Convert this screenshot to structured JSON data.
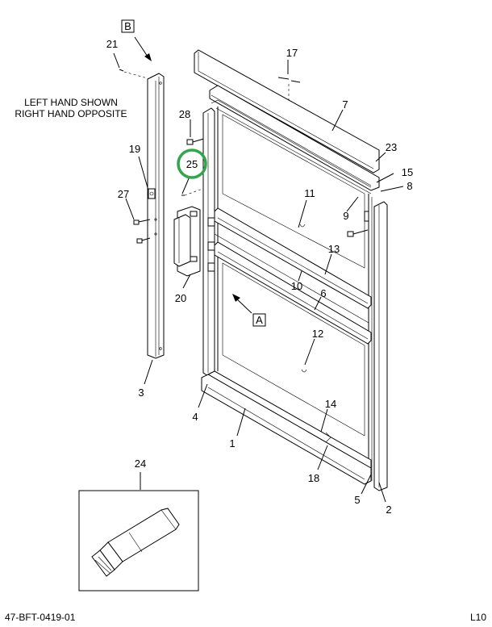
{
  "diagram": {
    "notes": [
      "LEFT HAND SHOWN",
      "RIGHT HAND OPPOSITE"
    ],
    "view_labels": {
      "b": "B",
      "a": "A"
    },
    "callouts": {
      "c1": "1",
      "c2": "2",
      "c3": "3",
      "c4": "4",
      "c5": "5",
      "c6": "6",
      "c7": "7",
      "c8": "8",
      "c9": "9",
      "c10": "10",
      "c11": "11",
      "c12": "12",
      "c13": "13",
      "c14": "14",
      "c15": "15",
      "c17": "17",
      "c18": "18",
      "c19": "19",
      "c20": "20",
      "c21": "21",
      "c23": "23",
      "c24": "24",
      "c25": "25",
      "c27": "27",
      "c28": "28"
    },
    "highlighted_callout": "25",
    "highlight_color": "#2ea84a",
    "footer": {
      "drawing_id": "47-BFT-0419-01",
      "page_ref": "L10"
    }
  }
}
